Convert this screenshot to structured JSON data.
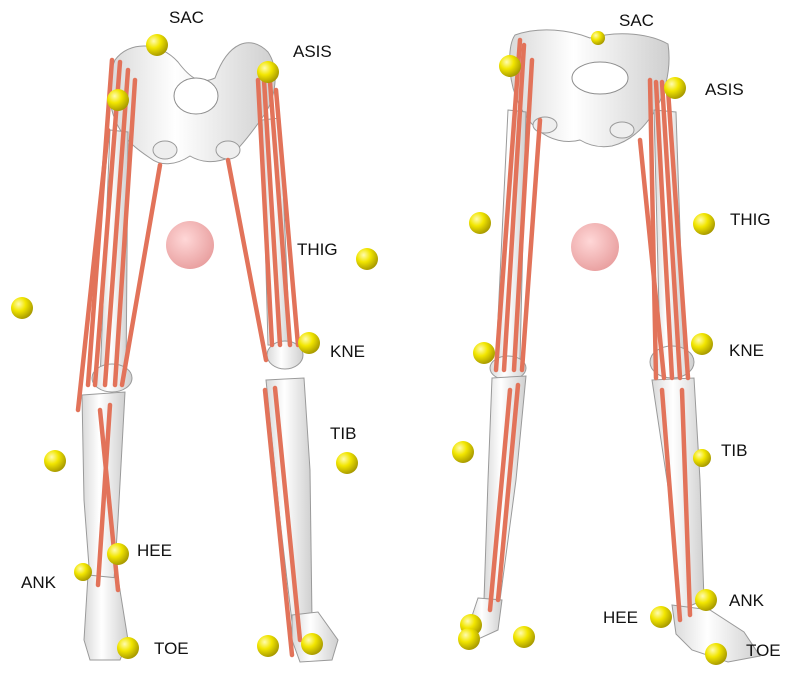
{
  "colors": {
    "marker": "#f2e600",
    "marker_shade": "#b8a800",
    "muscle": "#e2735a",
    "muscle_edge": "#b8503c",
    "bone": "#f4f4f4",
    "bone_edge": "#9a9a9a",
    "center_sphere": "#f2a3a3"
  },
  "left_view": {
    "labels": {
      "sac": "SAC",
      "asis": "ASIS",
      "thig": "THIG",
      "kne": "KNE",
      "tib": "TIB",
      "hee": "HEE",
      "ank": "ANK",
      "toe": "TOE"
    }
  },
  "right_view": {
    "labels": {
      "sac": "SAC",
      "asis": "ASIS",
      "thig": "THIG",
      "kne": "KNE",
      "tib": "TIB",
      "hee": "HEE",
      "ank": "ANK",
      "toe": "TOE"
    }
  }
}
